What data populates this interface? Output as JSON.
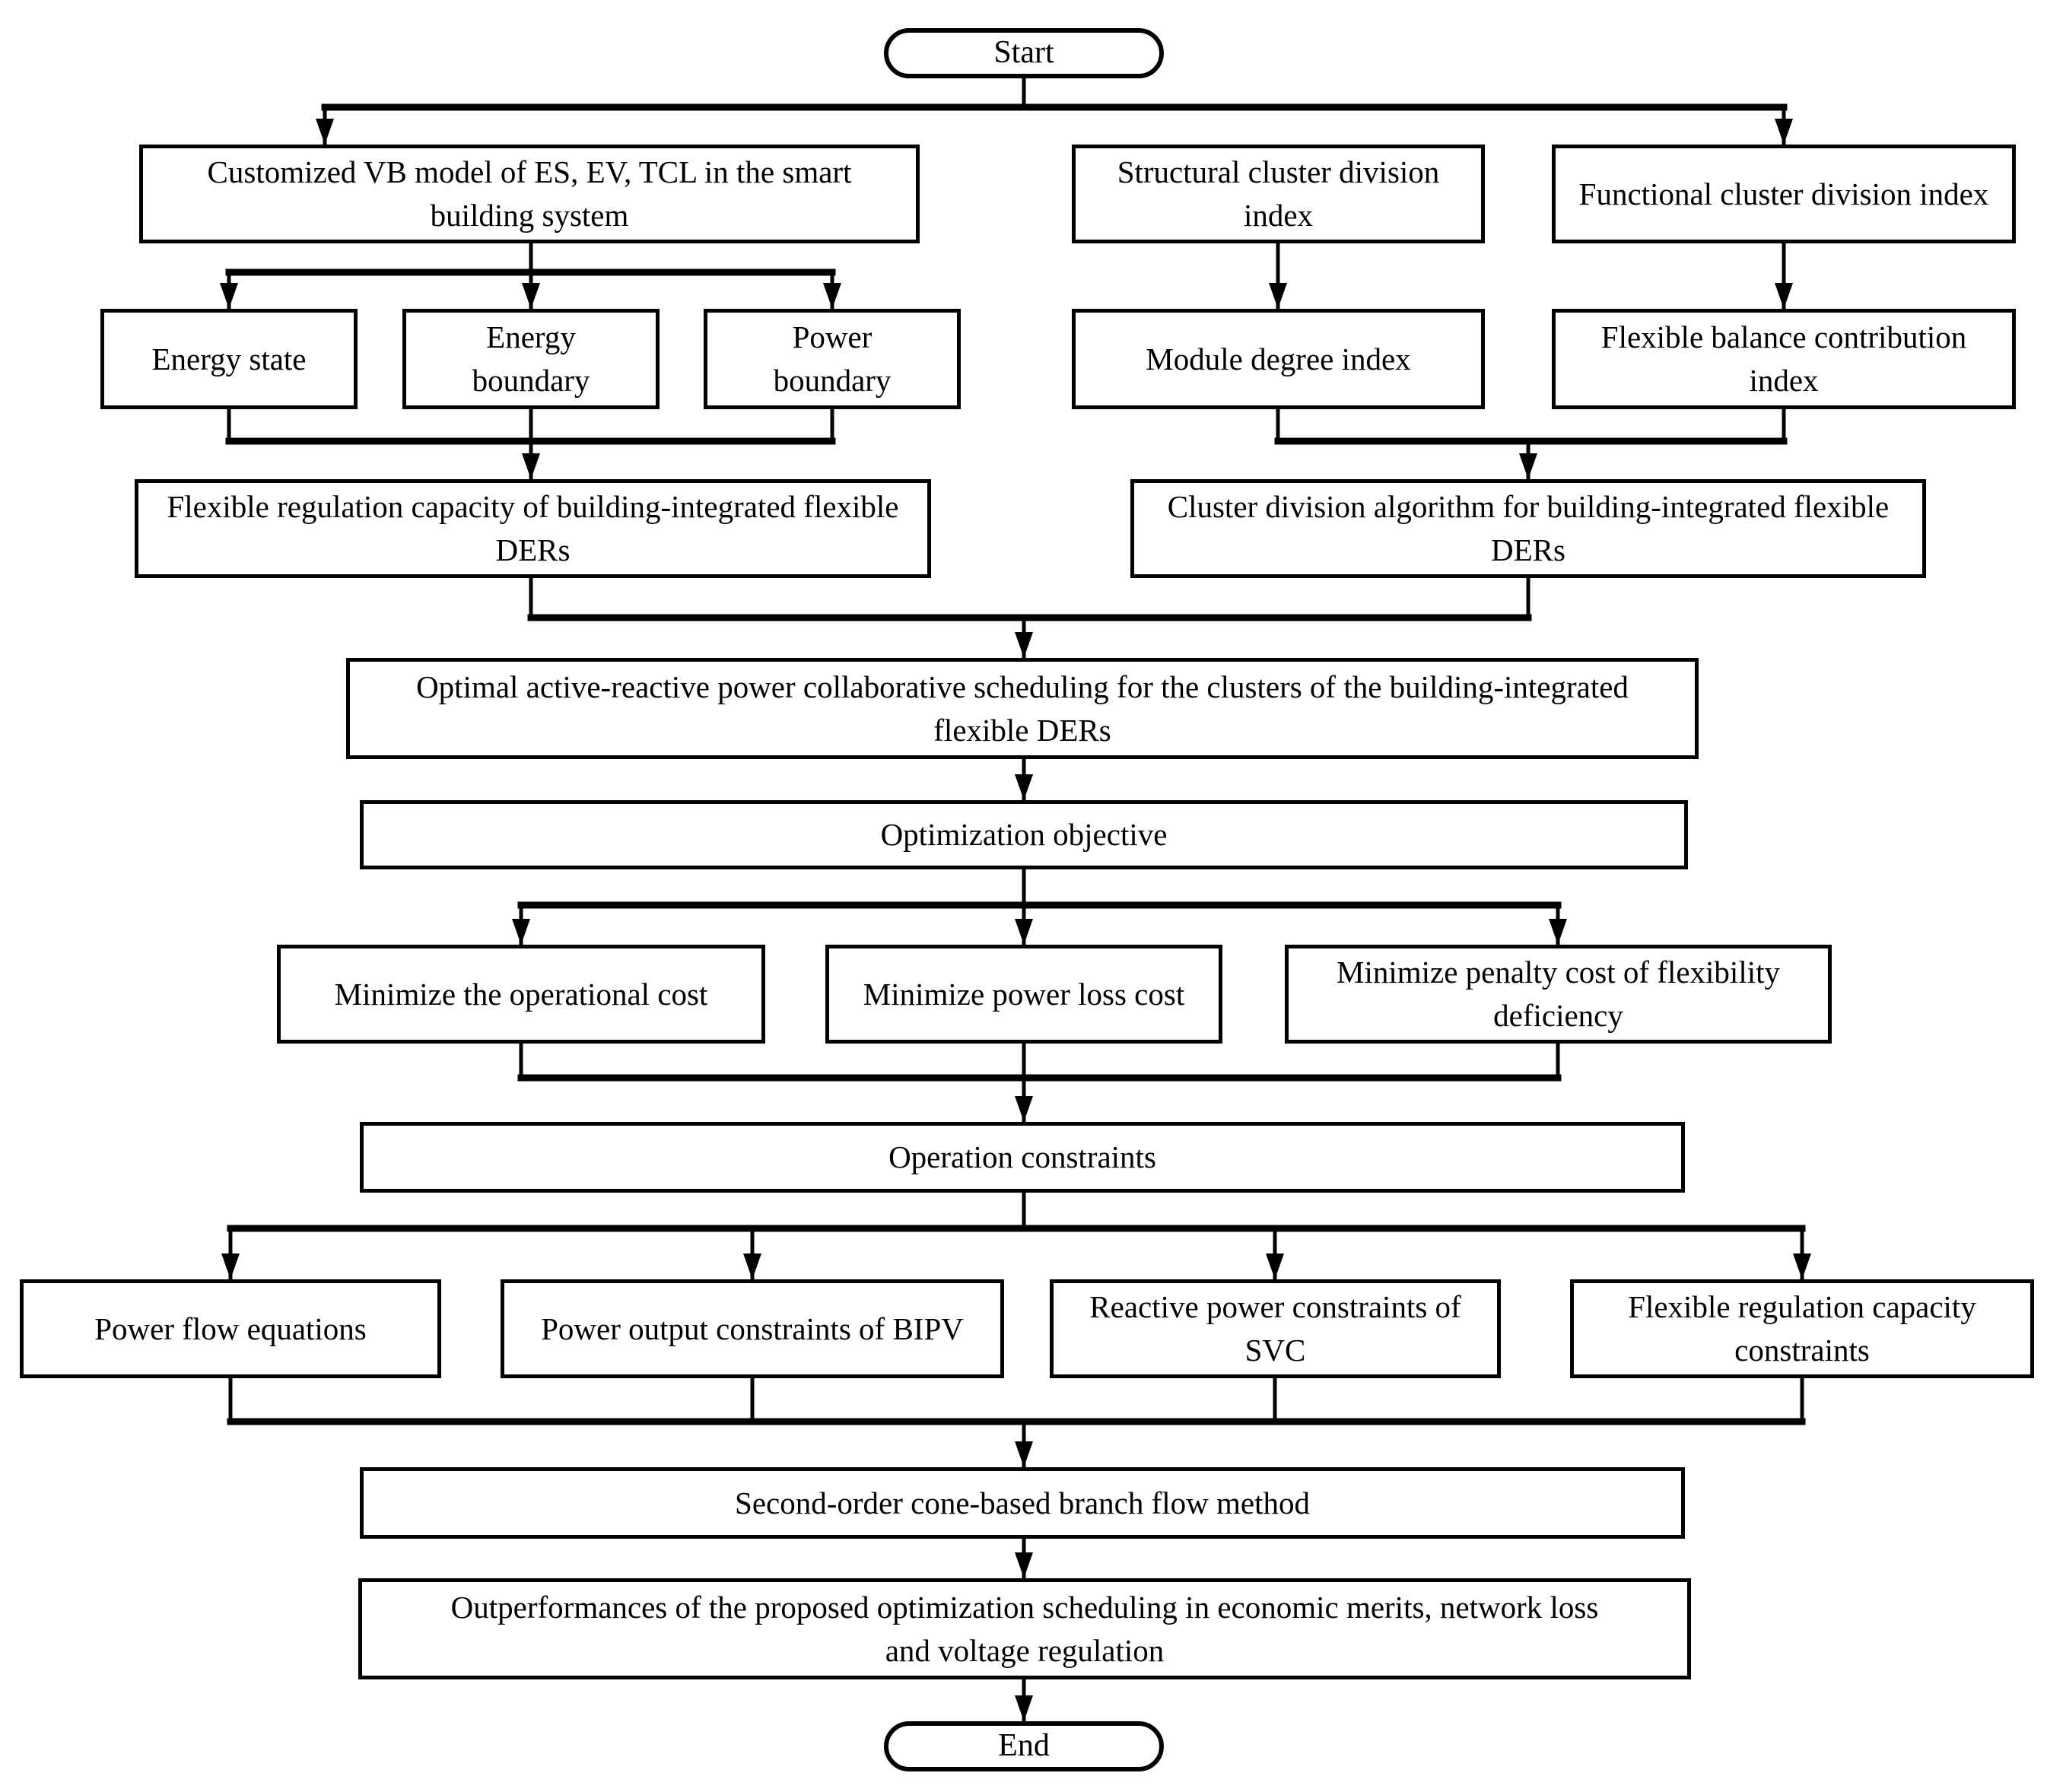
{
  "colors": {
    "background": "#ffffff",
    "line": "#000000",
    "text": "#000000"
  },
  "nodes": {
    "start": {
      "label": "Start"
    },
    "vb_model": {
      "label": "Customized VB model of ES, EV, TCL in the smart building system"
    },
    "structural_index": {
      "label": "Structural cluster division index"
    },
    "functional_index": {
      "label": "Functional cluster division index"
    },
    "energy_state": {
      "label": "Energy state"
    },
    "energy_boundary": {
      "label": "Energy boundary"
    },
    "power_boundary": {
      "label": "Power boundary"
    },
    "module_degree": {
      "label": "Module degree index"
    },
    "flexible_balance": {
      "label": "Flexible balance contribution index"
    },
    "flexible_regulation": {
      "label": "Flexible regulation capacity of building-integrated flexible DERs"
    },
    "cluster_division": {
      "label": "Cluster division algorithm for building-integrated flexible DERs"
    },
    "optimal_scheduling": {
      "label": "Optimal active-reactive power collaborative scheduling for the clusters of the building-integrated flexible DERs"
    },
    "optimization_objective": {
      "label": "Optimization objective"
    },
    "min_operational": {
      "label": "Minimize the operational cost"
    },
    "min_power_loss": {
      "label": "Minimize power loss cost"
    },
    "min_penalty": {
      "label": "Minimize penalty cost of flexibility deficiency"
    },
    "operation_constraints": {
      "label": "Operation constraints"
    },
    "power_flow": {
      "label": "Power flow equations"
    },
    "bipv_constraints": {
      "label": "Power output constraints of BIPV"
    },
    "svc_constraints": {
      "label": "Reactive power constraints of SVC"
    },
    "frc_constraints": {
      "label": "Flexible regulation capacity constraints"
    },
    "socp_method": {
      "label": "Second-order cone-based branch flow method"
    },
    "outperformances": {
      "label": "Outperformances of the proposed optimization scheduling in economic merits, network loss and voltage regulation"
    },
    "end": {
      "label": "End"
    }
  }
}
